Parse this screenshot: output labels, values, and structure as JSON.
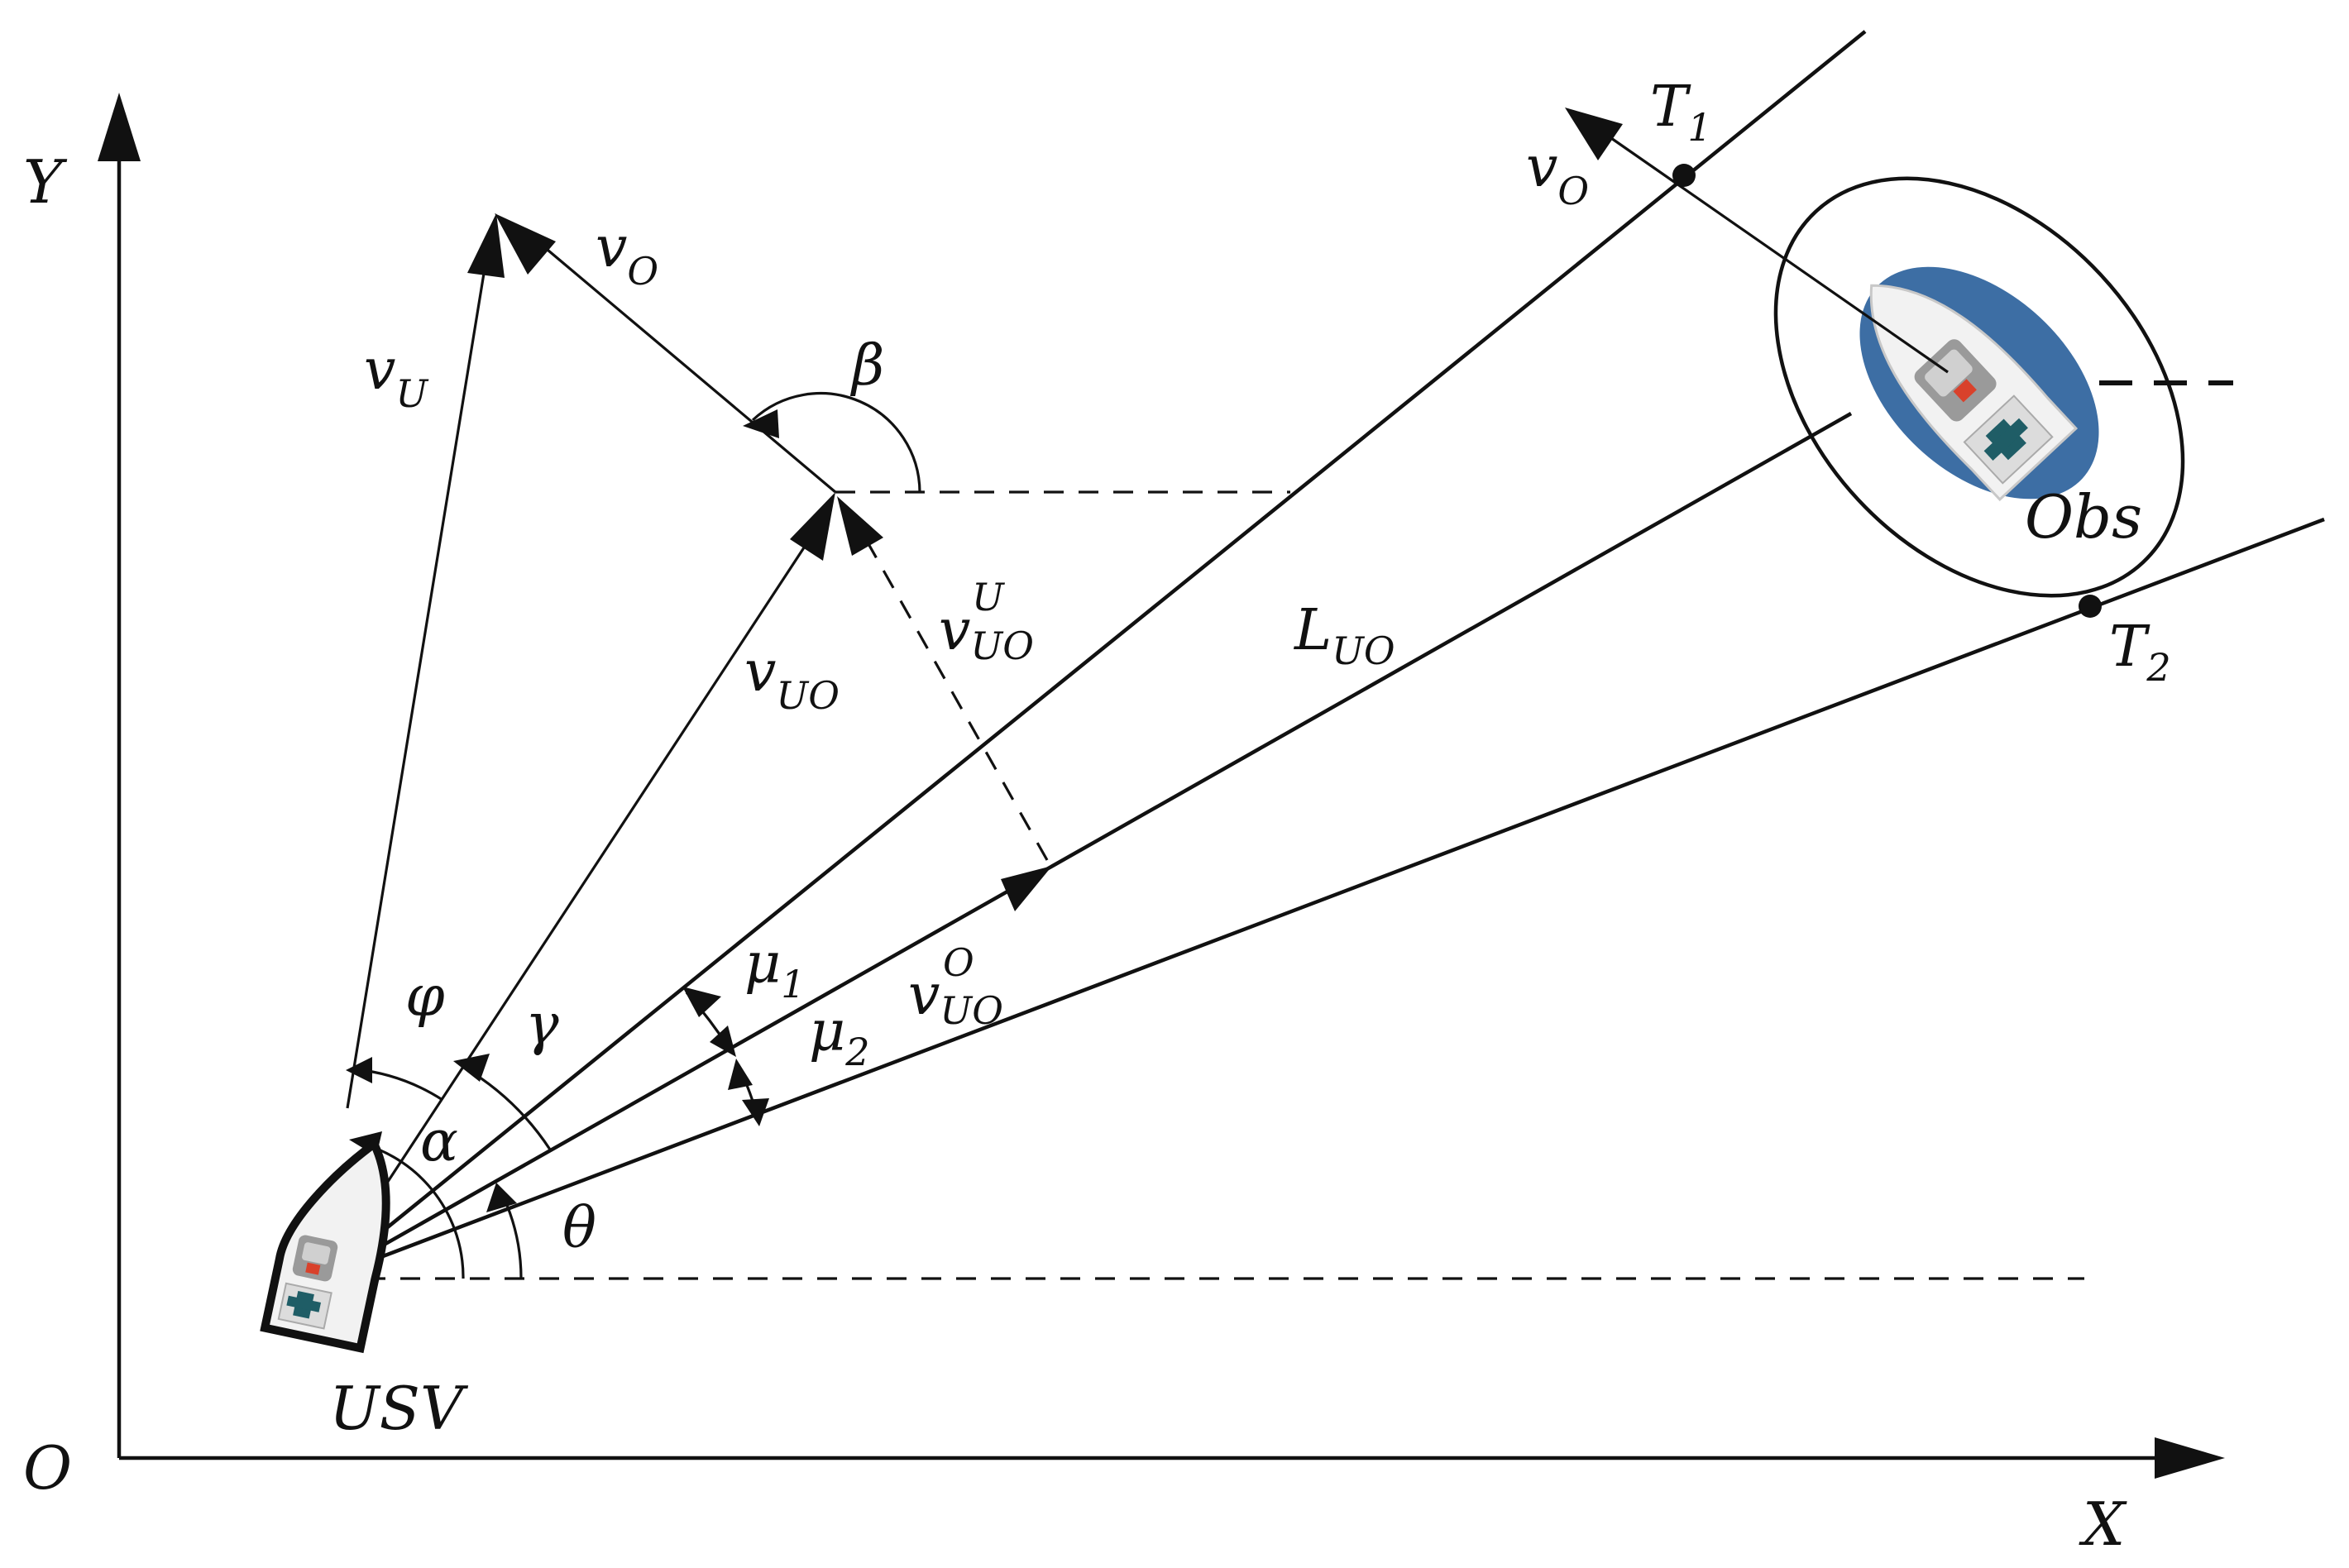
{
  "labels": {
    "x_axis": "X",
    "y_axis": "Y",
    "origin": "O",
    "usv": "USV",
    "obs": "Obs",
    "v_u": {
      "main": "v",
      "sub": "U"
    },
    "v_o_left": {
      "main": "v",
      "sub": "O"
    },
    "v_o_right": {
      "main": "v",
      "sub": "O"
    },
    "v_uo": {
      "main": "v",
      "sub": "UO"
    },
    "v_uo_u": {
      "main": "v",
      "sub": "UO",
      "sup": "U"
    },
    "v_uo_o": {
      "main": "v",
      "sub": "UO",
      "sup": "O"
    },
    "l_uo": {
      "main": "L",
      "sub": "UO"
    },
    "t1": {
      "main": "T",
      "sub": "1"
    },
    "t2": {
      "main": "T",
      "sub": "2"
    },
    "mu1": {
      "main": "μ",
      "sub": "1"
    },
    "mu2": {
      "main": "μ",
      "sub": "2"
    },
    "beta": "β",
    "phi": "φ",
    "gamma": "γ",
    "alpha": "α",
    "theta": "θ"
  },
  "colors": {
    "line": "#111111",
    "obstacle_zone": "#3d6ea4",
    "boat_hull": "#f2f2f2",
    "boat_cabin_red": "#d9412b",
    "boat_deck_teal": "#1f5d66"
  },
  "icons": {
    "usv": "boat-icon",
    "obstacle": "boat-icon"
  }
}
